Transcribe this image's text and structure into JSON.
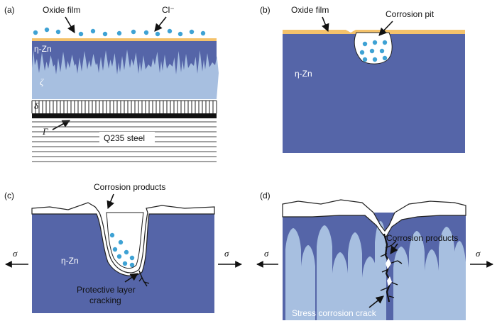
{
  "colors": {
    "zinc": "#5565a8",
    "zeta": "#a7bfe0",
    "oxide": "#f4c26b",
    "chloride": "#3ea2d4",
    "product": "#ffffff",
    "outline": "#222222"
  },
  "panel_a": {
    "tag": "(a)",
    "oxide_label": "Oxide film",
    "chloride_label": "Cl⁻",
    "eta_label": "η-Zn",
    "zeta_label": "ζ",
    "delta_label": "δ",
    "gamma_label": "Γ",
    "steel_label": "Q235 steel"
  },
  "panel_b": {
    "tag": "(b)",
    "oxide_label": "Oxide film",
    "pit_label": "Corrosion pit",
    "eta_label": "η-Zn"
  },
  "panel_c": {
    "tag": "(c)",
    "products_label": "Corrosion products",
    "eta_label": "η-Zn",
    "sigma_left": "σ",
    "sigma_right": "σ",
    "cracking_line1": "Protective layer",
    "cracking_line2": "cracking"
  },
  "panel_d": {
    "tag": "(d)",
    "products_label": "Corrosion products",
    "scc_label": "Stress corrosion crack",
    "sigma_left": "σ",
    "sigma_right": "σ"
  }
}
